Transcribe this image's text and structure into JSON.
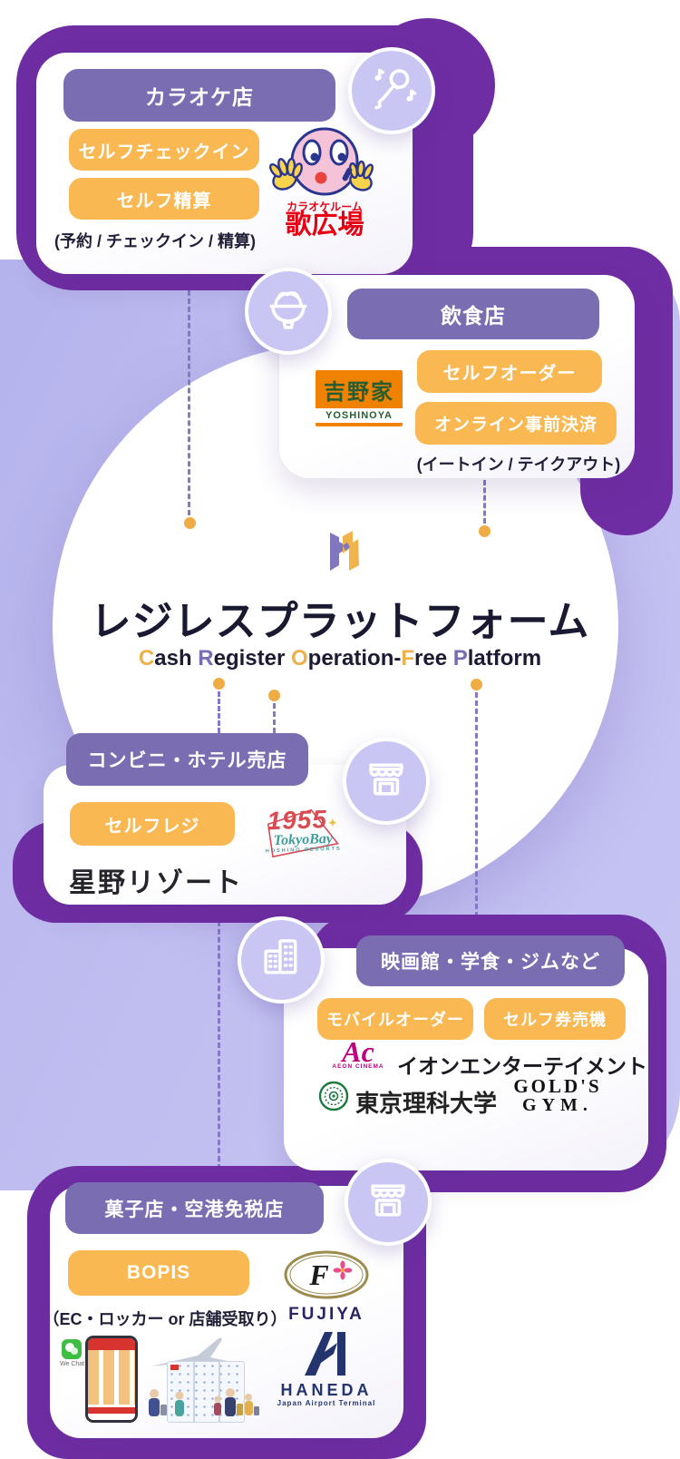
{
  "colors": {
    "blob_purple": "#6F2DA3",
    "periwinkle": "#BCBAEE",
    "pill_purple": "#7A6DB1",
    "button_orange": "#F9B851",
    "accent_gold": "#EDB04B",
    "accent_violet": "#7A6BB5",
    "ink": "#1C1B33"
  },
  "center": {
    "title": "レジレスプラットフォーム",
    "subtitle_segments": [
      {
        "t": "C",
        "c": "gold"
      },
      {
        "t": "ash ",
        "c": "ink"
      },
      {
        "t": "R",
        "c": "violet"
      },
      {
        "t": "egister ",
        "c": "ink"
      },
      {
        "t": "O",
        "c": "gold"
      },
      {
        "t": "peration-",
        "c": "ink"
      },
      {
        "t": "F",
        "c": "gold"
      },
      {
        "t": "ree ",
        "c": "ink"
      },
      {
        "t": "P",
        "c": "violet"
      },
      {
        "t": "latform",
        "c": "ink"
      }
    ]
  },
  "icons": {
    "karaoke": "microphone",
    "restaurant": "rice-bowl",
    "retail": "storefront",
    "leisure": "buildings",
    "sweets": "storefront"
  },
  "cards": {
    "karaoke": {
      "header": "カラオケ店",
      "buttons": [
        "セルフチェックイン",
        "セルフ精算"
      ],
      "caption": "(予約 / チェックイン / 精算)",
      "logo": {
        "line1": "カラオケルーム",
        "line2": "歌広場"
      }
    },
    "restaurant": {
      "header": "飲食店",
      "buttons": [
        "セルフオーダー",
        "オンライン事前決済"
      ],
      "caption": "(イートイン / テイクアウト)",
      "logo": {
        "jp": "吉野家",
        "en": "YOSHINOYA"
      }
    },
    "retail": {
      "header": "コンビニ・ホテル売店",
      "buttons": [
        "セルフレジ"
      ],
      "logos": {
        "hoshino": "星野リゾート",
        "y1955": "1955",
        "spark": "✦",
        "tokyobay": "TokyoBay",
        "sub": "HOSHINO RESORTS"
      }
    },
    "leisure": {
      "header": "映画館・学食・ジムなど",
      "buttons": [
        "モバイルオーダー",
        "セルフ券売機"
      ],
      "logos": {
        "aeon_mark": "Ac",
        "aeon_small": "AEON CINEMA",
        "aeon": "イオンエンターテイメント",
        "tus": "東京理科大学",
        "golds_line1": "GOLD'S",
        "golds_line2": "GYM."
      }
    },
    "sweets": {
      "header": "菓子店・空港免税店",
      "buttons": [
        "BOPIS"
      ],
      "caption": "（EC・ロッカー or 店舗受取り）",
      "logos": {
        "fujiya": "FUJIYA",
        "haneda": "HANEDA",
        "haneda_sub": "Japan Airport Terminal",
        "wechat": "We Chat"
      }
    }
  }
}
